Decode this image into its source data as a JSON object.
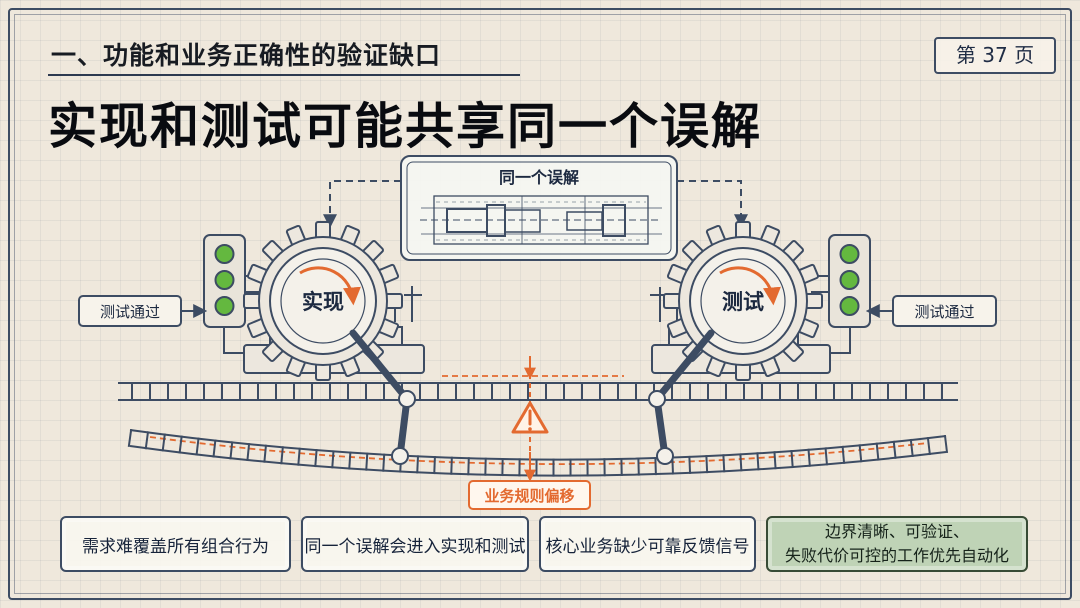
{
  "header": {
    "section_title": "一、功能和业务正确性的验证缺口",
    "page_number": "第 37 页",
    "main_title": "实现和测试可能共享同一个误解"
  },
  "diagram": {
    "shared_misunderstanding_label": "同一个误解",
    "left_gear_label": "实现",
    "right_gear_label": "测试",
    "left_pass_label": "测试通过",
    "right_pass_label": "测试通过",
    "warning_label": "业务规则偏移",
    "colors": {
      "line": "#3d4c63",
      "accent": "#e36a30",
      "signal_green": "#64b83f"
    },
    "icons": [
      "gear-icon",
      "traffic-light-icon",
      "warning-icon",
      "blueprint-icon",
      "rail-track-icon"
    ]
  },
  "bottom_boxes": [
    {
      "text": "需求难覆盖所有组合行为"
    },
    {
      "text": "同一个误解会进入实现和测试"
    },
    {
      "text": "核心业务缺少可靠反馈信号"
    },
    {
      "line1": "边界清晰、可验证、",
      "line2": "失败代价可控的工作优先自动化"
    }
  ]
}
